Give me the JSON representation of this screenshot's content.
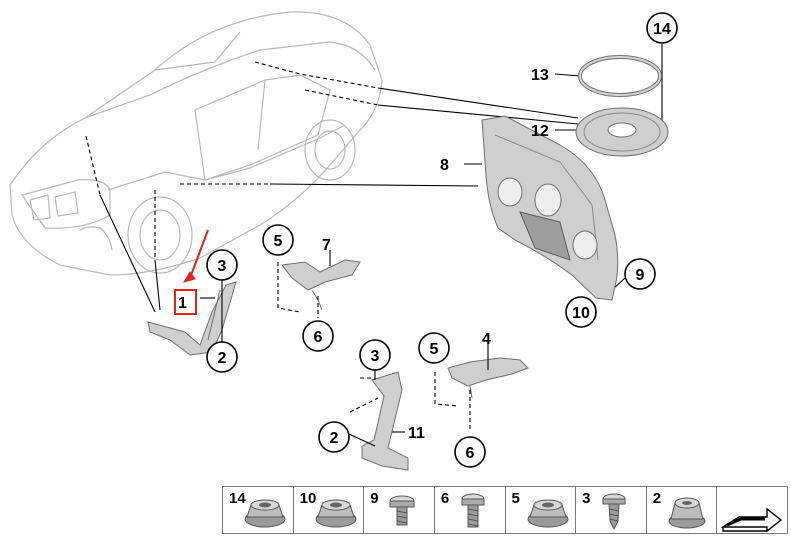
{
  "callouts": {
    "c1": "1",
    "c2a": "2",
    "c2b": "2",
    "c3a": "3",
    "c3b": "3",
    "c4": "4",
    "c5a": "5",
    "c5b": "5",
    "c6a": "6",
    "c6b": "6",
    "c7": "7",
    "c8": "8",
    "c9": "9",
    "c10": "10",
    "c11": "11",
    "c12": "12",
    "c13": "13",
    "c14": "14"
  },
  "legend": [
    {
      "label": "14",
      "icon": "flange-nut-icon"
    },
    {
      "label": "10",
      "icon": "flange-nut-icon"
    },
    {
      "label": "9",
      "icon": "screw-icon"
    },
    {
      "label": "6",
      "icon": "screw-icon"
    },
    {
      "label": "5",
      "icon": "flange-nut-icon"
    },
    {
      "label": "3",
      "icon": "tapping-screw-icon"
    },
    {
      "label": "2",
      "icon": "collar-nut-icon"
    },
    {
      "label": "",
      "icon": "arrow-symbol-icon"
    }
  ],
  "colors": {
    "highlight": "#e0221b",
    "car_outline": "#b9b9b9",
    "part_fill": "#cfcfcf"
  }
}
